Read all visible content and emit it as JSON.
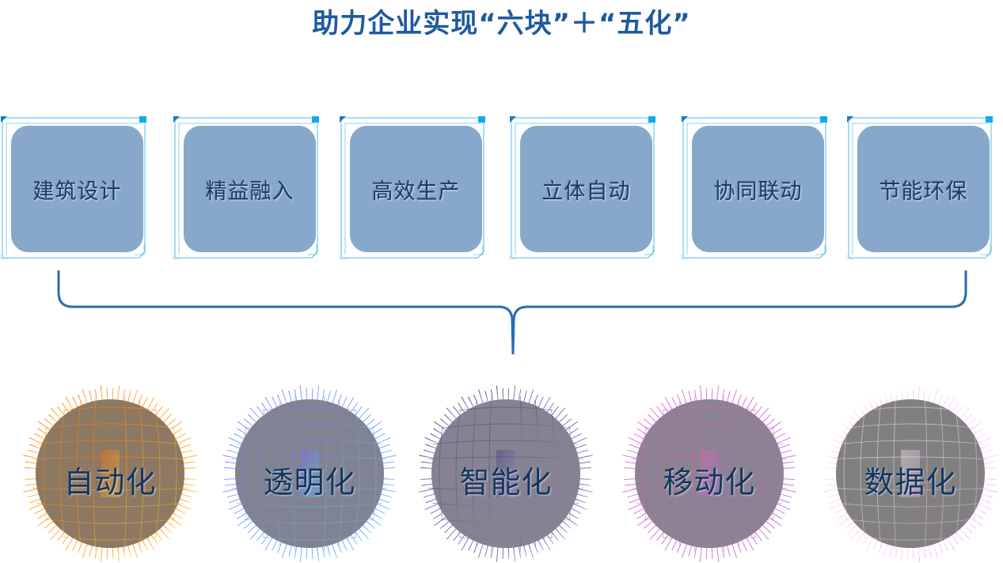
{
  "title": "助力企业实现“六块”＋“五化”",
  "blocks": [
    {
      "label": "建筑设计"
    },
    {
      "label": "精益融入"
    },
    {
      "label": "高效生产"
    },
    {
      "label": "立体自动"
    },
    {
      "label": "协同联动"
    },
    {
      "label": "节能环保"
    }
  ],
  "circles": [
    {
      "label": "自动化",
      "fill": "#8d7862",
      "line_a": "#ff6a00",
      "line_b": "#ffd23f"
    },
    {
      "label": "透明化",
      "fill": "#818392",
      "line_a": "#8a5cff",
      "line_b": "#4fd3ff"
    },
    {
      "label": "智能化",
      "fill": "#868291",
      "line_a": "#2a2d6e",
      "line_b": "#a79ad8"
    },
    {
      "label": "移动化",
      "fill": "#8c8291",
      "line_a": "#ff5fa2",
      "line_b": "#9a6cff"
    },
    {
      "label": "数据化",
      "fill": "#808080",
      "line_a": "#ffffff",
      "line_b": "#f0a0e8"
    }
  ],
  "colors": {
    "title": "#1f5a9e",
    "block_fill": "#87a8cb",
    "frame_line": "#3fb4e8",
    "bracket": "#2a6db4"
  }
}
